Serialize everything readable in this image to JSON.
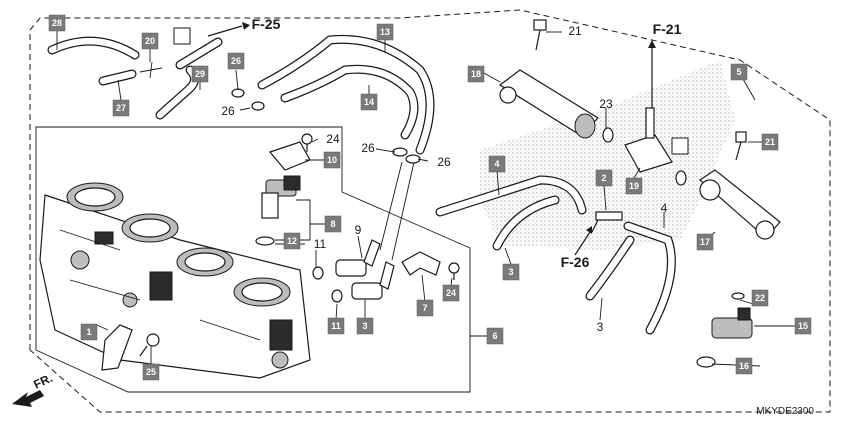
{
  "diagram_code": "MKYDE2300",
  "front_label": "FR.",
  "ref_labels": {
    "f25": "F-25",
    "f21": "F-21",
    "f26": "F-26"
  },
  "callouts": {
    "c28": "28",
    "c20": "20",
    "c27": "27",
    "c29": "29",
    "c26_bracket": "26",
    "c26_text": "26",
    "c13": "13",
    "c14": "14",
    "c24_top": "24",
    "c10": "10",
    "c8": "8",
    "c12": "12",
    "c11_top": "11",
    "c26_l": "26",
    "c26_r": "26",
    "c9": "9",
    "c11_bottom": "11",
    "c3_box": "3",
    "c7": "7",
    "c24_right": "24",
    "c1": "1",
    "c25": "25",
    "c6": "6",
    "c21_top": "21",
    "c18": "18",
    "c23": "23",
    "c5": "5",
    "c19": "19",
    "c4_box": "4",
    "c2": "2",
    "c3_lower_box": "3",
    "c4_text": "4",
    "c3_text": "3",
    "c21_right": "21",
    "c17": "17",
    "c22": "22",
    "c15": "15",
    "c16": "16"
  }
}
